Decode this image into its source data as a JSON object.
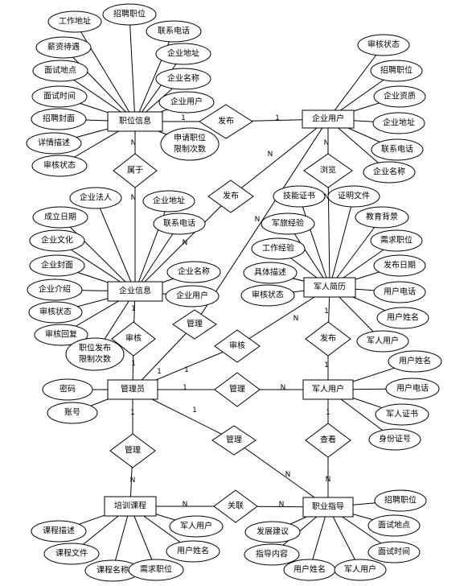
{
  "entities": {
    "job_info": "职位信息",
    "company_user": "企业用户",
    "company_info": "企业信息",
    "resume": "军人简历",
    "admin": "管理员",
    "soldier_user": "军人用户",
    "training": "培训课程",
    "guidance": "职业指导"
  },
  "relationships": {
    "publish_job": "发布",
    "belong": "属于",
    "browse": "浏览",
    "publish_company": "发布",
    "manage_company": "管理",
    "audit_company": "审核",
    "audit_resume": "审核",
    "publish_resume": "发布",
    "manage_user": "管理",
    "manage_training": "管理",
    "manage_guidance": "管理",
    "view_guidance": "查看",
    "relate": "关联"
  },
  "attributes": {
    "job_info": [
      "工作地址",
      "招聘职位",
      "联系电话",
      "薪资待遇",
      "企业地址",
      "面试地点",
      "企业名称",
      "面试时间",
      "企业用户",
      "招聘封面",
      "详情描述",
      "审核状态",
      "申请职位",
      "限制次数"
    ],
    "company_user": [
      "审核状态",
      "招聘职位",
      "企业资质",
      "企业地址",
      "联系电话",
      "企业名称"
    ],
    "company_info": [
      "企业法人",
      "企业地址",
      "联系电话",
      "成立日期",
      "企业文化",
      "企业封面",
      "企业介绍",
      "审核状态",
      "审核回复",
      "企业名称",
      "企业用户",
      "职位发布",
      "限制次数"
    ],
    "resume": [
      "技能证书",
      "证明文件",
      "军旅经验",
      "教育背景",
      "工作经验",
      "需求职位",
      "具体描述",
      "发布日期",
      "审核状态",
      "用户电话",
      "用户姓名",
      "军人用户"
    ],
    "admin": [
      "密码",
      "账号"
    ],
    "soldier_user": [
      "用户姓名",
      "用户电话",
      "军人证书",
      "身份证号"
    ],
    "training": [
      "课程描述",
      "课程文件",
      "课程名称",
      "需求职位",
      "军人用户",
      "用户姓名"
    ],
    "guidance": [
      "招聘职位",
      "面试地点",
      "面试时间",
      "发展建议",
      "指导内容",
      "用户姓名",
      "军人用户"
    ]
  },
  "cardinality": {
    "one": "1",
    "many": "N"
  }
}
